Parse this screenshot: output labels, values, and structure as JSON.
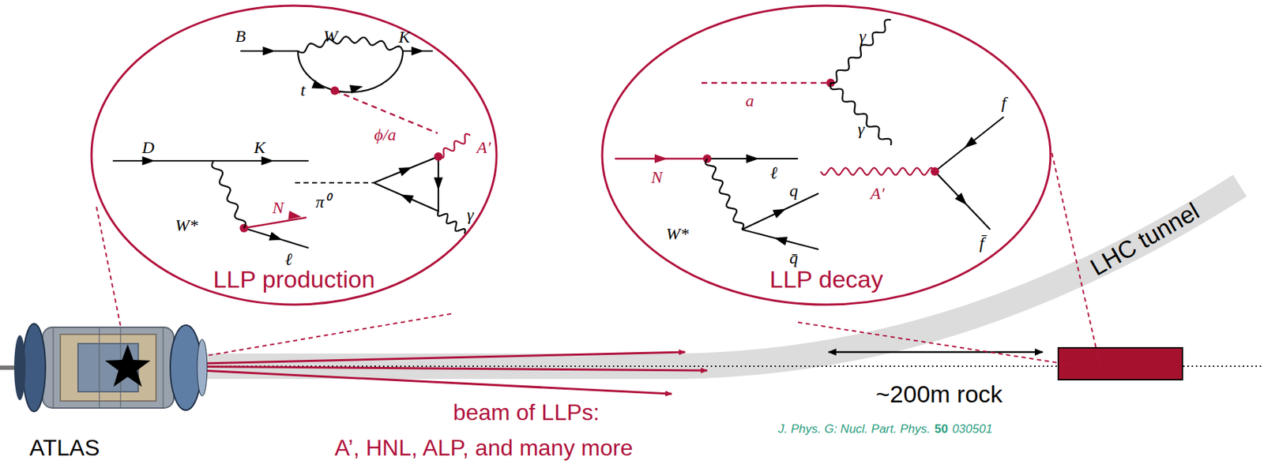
{
  "diagram": {
    "nodes": [
      {
        "text": [
          "LLP production"
        ]
      },
      {
        "text": [
          "LLP decay"
        ]
      }
    ],
    "labels": [
      "B",
      "W",
      "K",
      "t",
      "ϕ/a",
      "D",
      "K",
      "W*",
      "N",
      "ℓ",
      "π⁰",
      "A′",
      "γ",
      "a",
      "γ",
      "γ",
      "f",
      "N",
      "ℓ",
      "W*",
      "q",
      "q̄",
      "A′",
      "f̄",
      "LHC tunnel",
      "~200m rock",
      "beam of LLPs:",
      "A’, HNL,  ALP,  and many more",
      "ATLAS",
      "J. Phys. G: Nucl. Part. Phys.",
      "50",
      "030501"
    ]
  }
}
